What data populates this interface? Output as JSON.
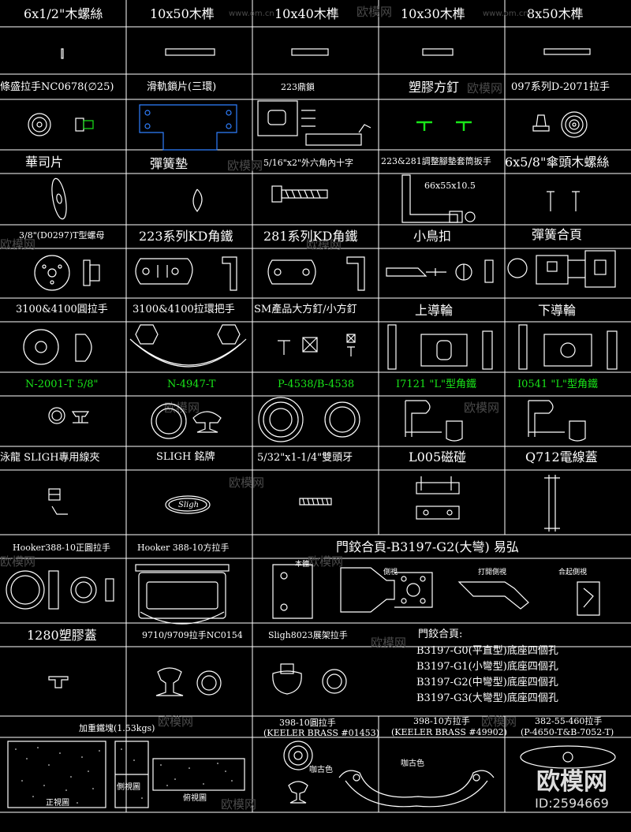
{
  "colors": {
    "background": "#000000",
    "line": "#ffffff",
    "accent_green": "#19e619",
    "blue": "#2f7fff",
    "orange": "#ff8800"
  },
  "rows": {
    "r1": [
      "6x1/2\"木螺絲",
      "10x50木榫",
      "10x40木榫",
      "10x30木榫",
      "8x50木榫"
    ],
    "r2": [
      "條盛拉手NC0678(∅25)",
      "滑軌鎖片(三環)",
      "223鼎鎖",
      "塑膠方釘",
      "097系列D-2071拉手"
    ],
    "r3": [
      "華司片",
      "彈簧墊",
      "5/16\"x2\"外六角內十字",
      "223&281調整腳墊套筒扳手",
      "6x5/8\"傘頭木螺絲"
    ],
    "r3_sub": "66x55x10.5",
    "r4": [
      "3/8\"(D0297)T型螺母",
      "223系列KD角鐵",
      "281系列KD角鐵",
      "小鳥扣",
      "彈簧合頁"
    ],
    "r5": [
      "3100&4100圓拉手",
      "3100&4100拉環把手",
      "SM產品大方釘/小方釘",
      "上導輪",
      "下導輪"
    ],
    "r6": [
      "N-2001-T 5/8\"",
      "N-4947-T",
      "P-4538/B-4538",
      "I7121 \"L\"型角鐵",
      "I0541 \"L\"型角鐵"
    ],
    "r7": [
      "泳龍 SLIGH專用線夾",
      "SLIGH 銘牌",
      "5/32\"x1-1/4\"雙頭牙",
      "L005磁碰",
      "Q712電線蓋"
    ],
    "sligh_logo": "Sligh",
    "r8": [
      "Hooker388-10正圓拉手",
      "Hooker 388-10方拉手",
      "門鉸合頁-B3197-G2(大彎) 易弘"
    ],
    "r8_sub": [
      "本體",
      "側視",
      "打開側視",
      "合起側視"
    ],
    "r9": [
      "1280塑膠蓋",
      "9710/9709拉手NC0154",
      "Sligh8023展架拉手",
      "門鉸合頁:"
    ],
    "hinge_list": [
      "B3197-G0(平直型)底座四個孔",
      "B3197-G1(小彎型)底座四個孔",
      "B3197-G2(中彎型)底座四個孔",
      "B3197-G3(大彎型)底座四個孔"
    ],
    "r10": [
      "加重鐵塊(1.53kgs)",
      "398-10圓拉手",
      "(KEELER BRASS #01453)",
      "398-10方拉手",
      "(KEELER BRASS #49902)",
      "382-55-460拉手",
      "(P-4650-T&B-7052-T)"
    ],
    "r10_sub": [
      "正視圖",
      "側視圖",
      "俯視圖",
      "咖古色",
      "咖古色"
    ]
  },
  "watermark": {
    "brand": "欧模网",
    "url": "www.om.cn"
  },
  "badge": {
    "brand": "欧模网",
    "id": "ID:2594669"
  }
}
